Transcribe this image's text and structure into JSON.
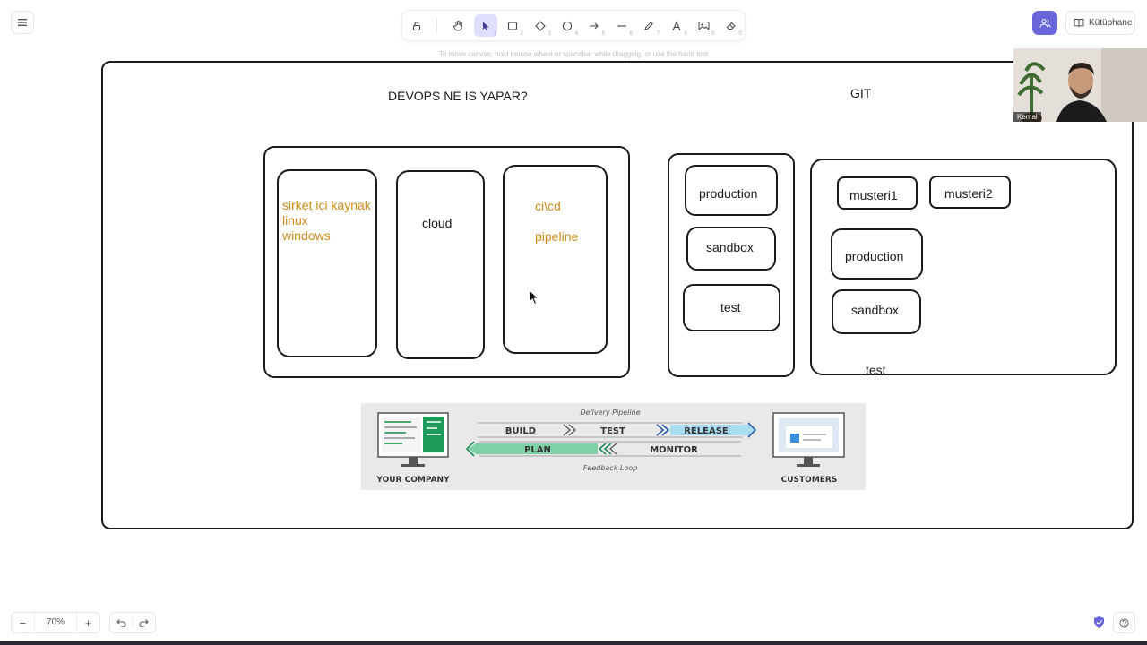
{
  "toolbar": {
    "tools": [
      {
        "name": "lock-tool",
        "num": ""
      },
      {
        "name": "hand-tool",
        "num": ""
      },
      {
        "name": "selection-tool",
        "num": "1"
      },
      {
        "name": "rectangle-tool",
        "num": "2"
      },
      {
        "name": "diamond-tool",
        "num": "3"
      },
      {
        "name": "ellipse-tool",
        "num": "4"
      },
      {
        "name": "arrow-tool",
        "num": "5"
      },
      {
        "name": "line-tool",
        "num": "6"
      },
      {
        "name": "draw-tool",
        "num": "7"
      },
      {
        "name": "text-tool",
        "num": "8"
      },
      {
        "name": "image-tool",
        "num": "9"
      },
      {
        "name": "eraser-tool",
        "num": "0"
      }
    ],
    "hint": "To move canvas, hold mouse wheel or spacebar while dragging, or use the hand tool"
  },
  "header": {
    "library_label": "Kütüphane"
  },
  "video": {
    "participant_name": "Kemal"
  },
  "canvas": {
    "title_devops": "DEVOPS NE IS YAPAR?",
    "title_git": "GIT",
    "box1_lines": [
      "sirket ici kaynak",
      "linux",
      "windows"
    ],
    "box2": "cloud",
    "box3_line1": "ci\\cd",
    "box3_line2": "pipeline",
    "env_production": "production",
    "env_sandbox": "sandbox",
    "env_test": "test",
    "git_musteri1": "musteri1",
    "git_musteri2": "musteri2",
    "git_production": "production",
    "git_sandbox": "sandbox",
    "git_test": "test"
  },
  "pipeline_image": {
    "top_caption": "Delivery Pipeline",
    "bottom_caption": "Feedback Loop",
    "build": "BUILD",
    "test": "TEST",
    "release": "RELEASE",
    "plan": "PLAN",
    "monitor": "MONITOR",
    "left_label": "YOUR COMPANY",
    "right_label": "CUSTOMERS"
  },
  "footer": {
    "zoom": "70%"
  },
  "colors": {
    "accent": "#6965db",
    "orange_text": "#cf8a1a",
    "release_blue": "#a9dcf3",
    "plan_green": "#7fd1a6"
  }
}
